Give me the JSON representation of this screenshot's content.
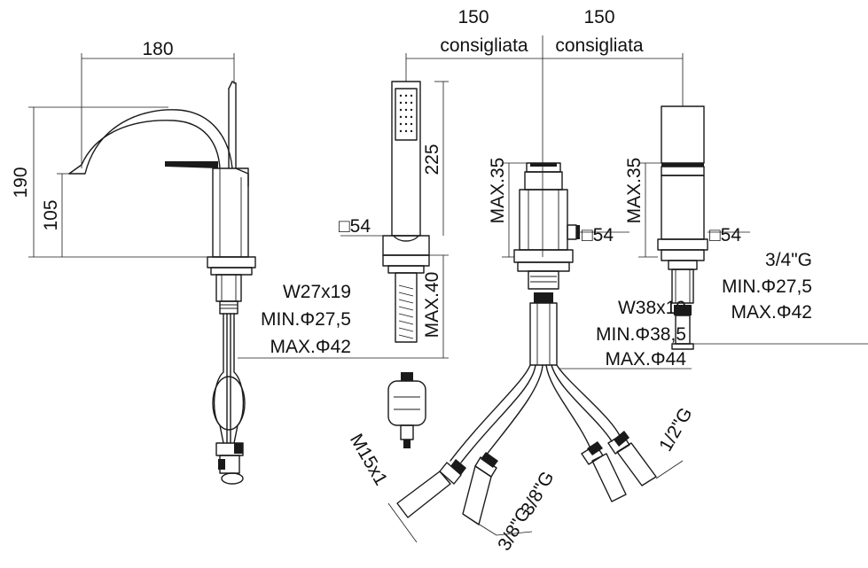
{
  "labels": {
    "mixer_width": "180",
    "mixer_height": "190",
    "spout_height": "105",
    "mixer_thread": "W27x19",
    "mixer_min_hole": "MIN.Φ27,5",
    "mixer_max_hole": "MAX.Φ42",
    "shower_length": "225",
    "shower_base": "□54",
    "shower_max_depth": "MAX.40",
    "dist1": "150",
    "dist1_note": "consigliata",
    "dist2": "150",
    "dist2_note": "consigliata",
    "center_max": "MAX.35",
    "center_base": "□54",
    "center_thread": "W38x19",
    "center_min_hole": "MIN.Φ38,5",
    "center_max_hole": "MAX.Φ44",
    "right_max": "MAX.35",
    "right_base": "□54",
    "right_thread": "3/4\"G",
    "right_min_hole": "MIN.Φ27,5",
    "right_max_hole": "MAX.Φ42",
    "hose_m15": "M15x1",
    "hose_38a": "3/8\"G",
    "hose_38b": "3/8\"G",
    "hose_12": "1/2\"G"
  }
}
